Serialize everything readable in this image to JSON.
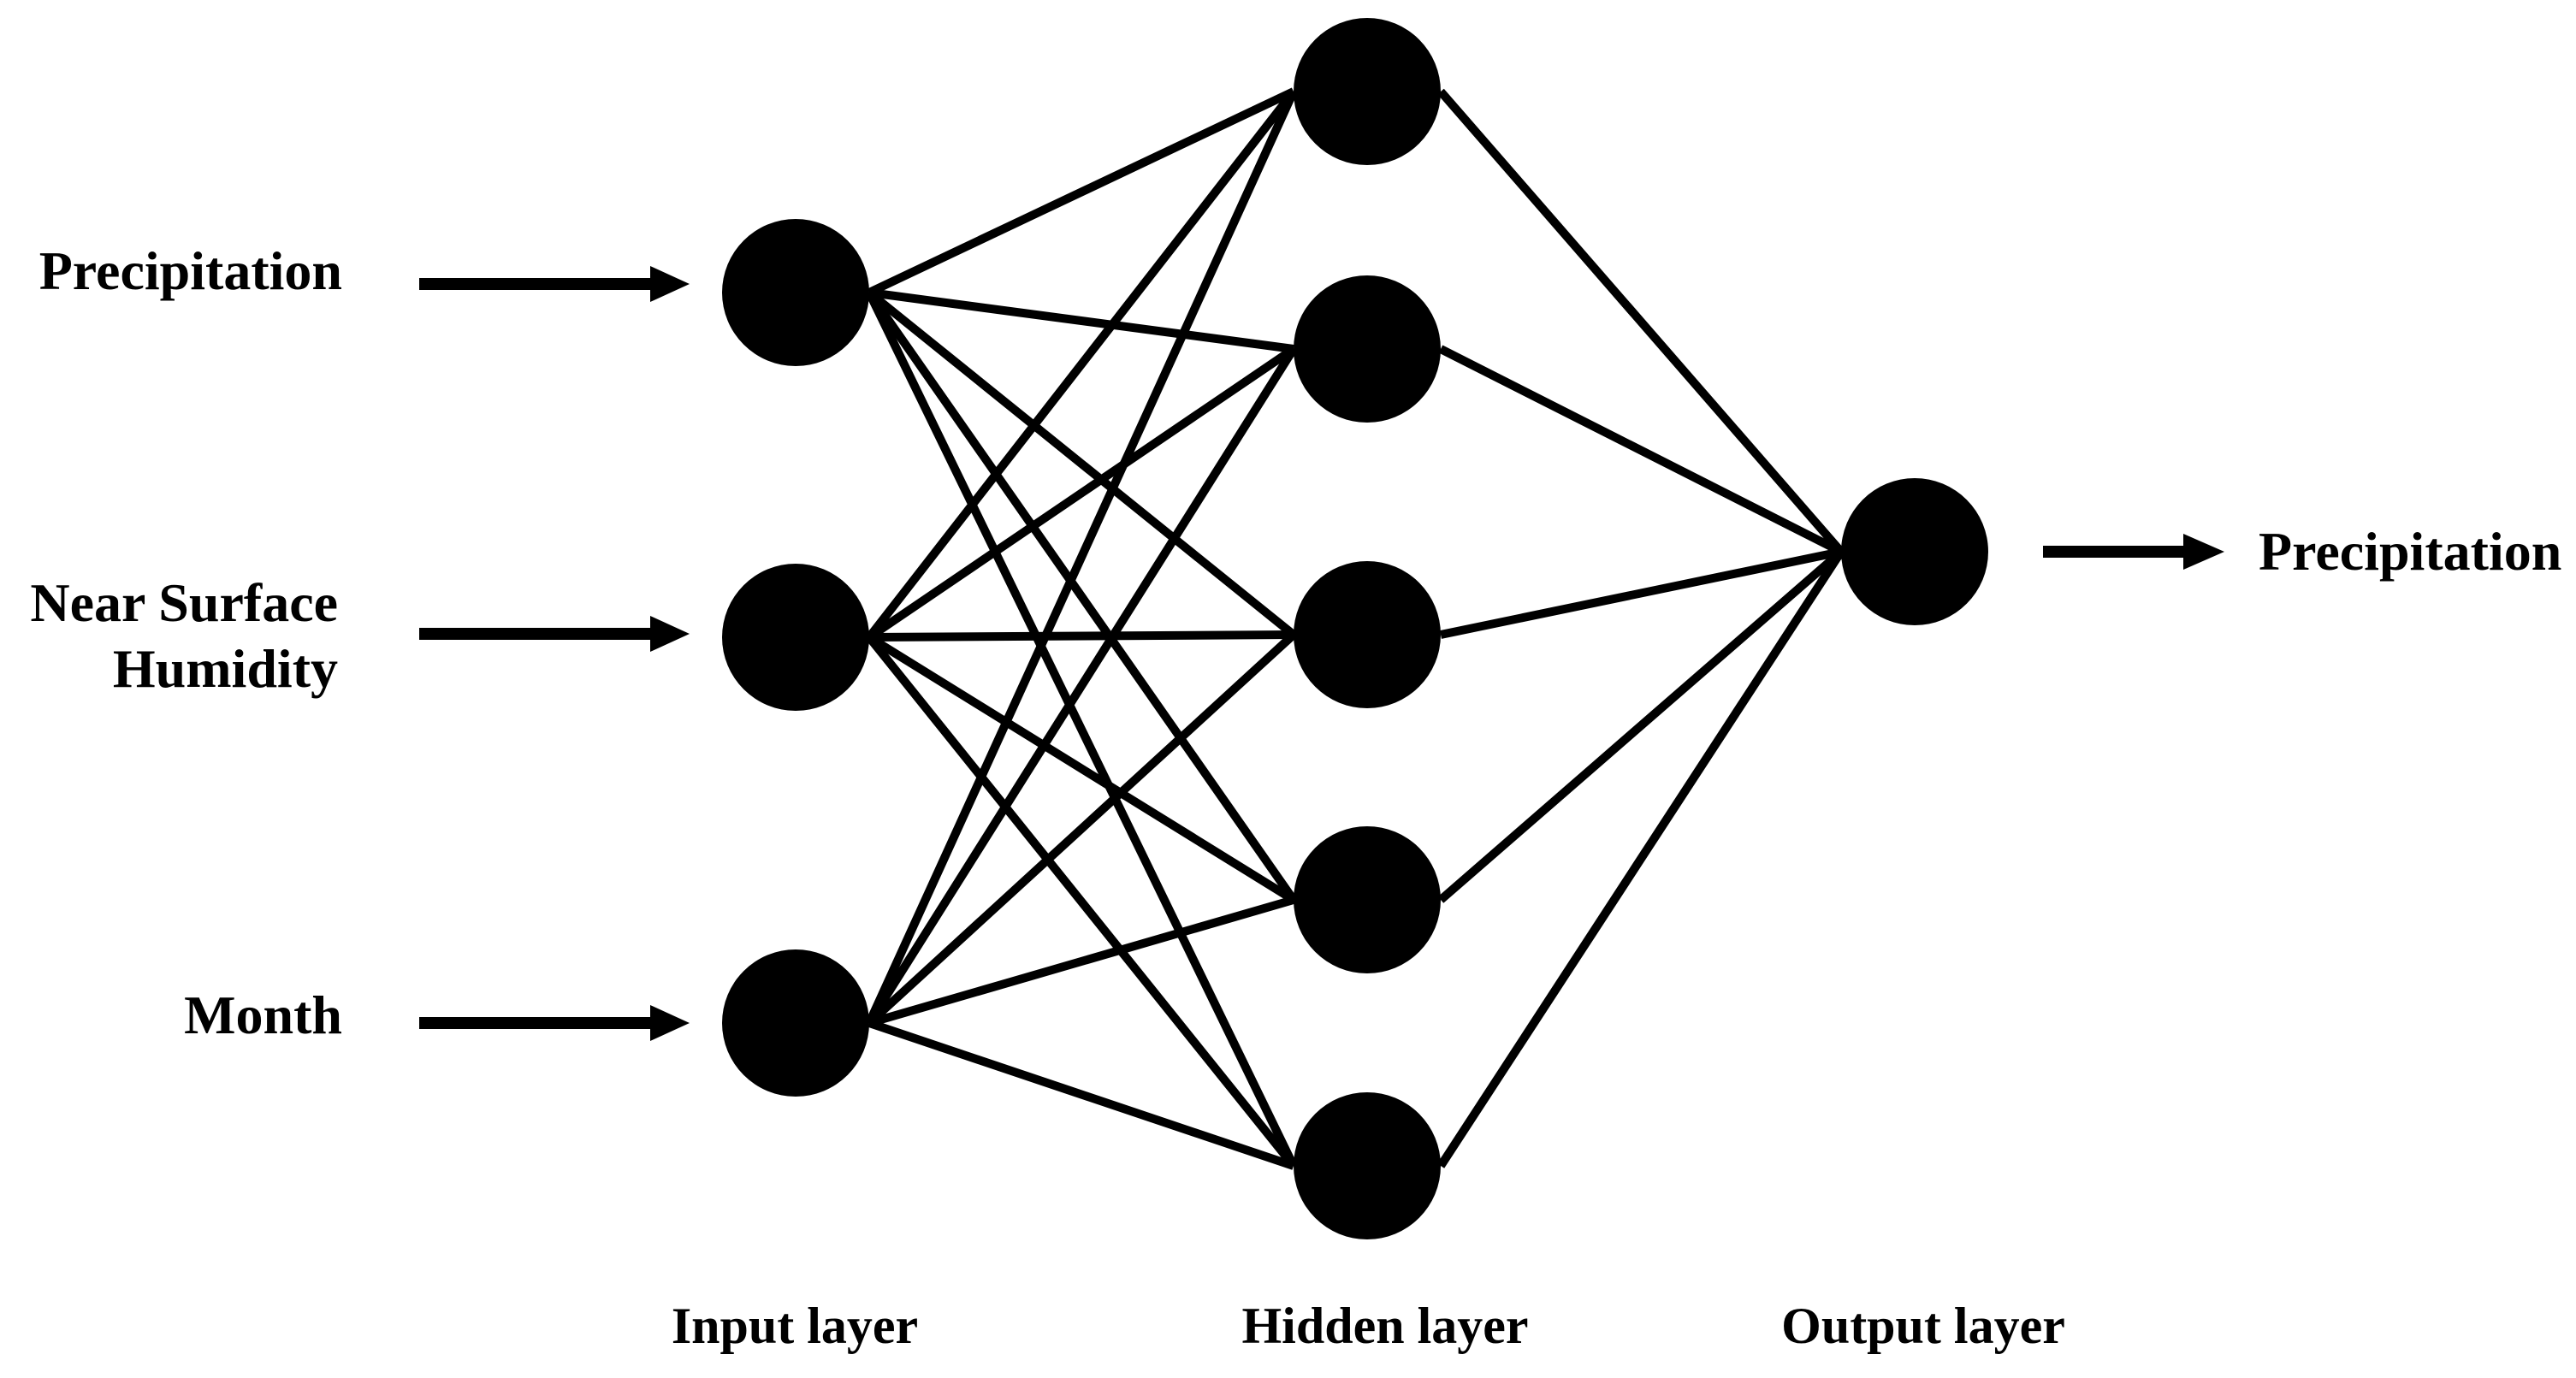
{
  "page": {
    "background_color": "#ffffff",
    "ink_color": "#000000"
  },
  "diagram": {
    "type": "feedforward-neural-network",
    "topology": "fully-connected",
    "layers": [
      {
        "name": "Input layer",
        "node_count": 3
      },
      {
        "name": "Hidden layer",
        "node_count": 5
      },
      {
        "name": "Output layer",
        "node_count": 1
      }
    ],
    "inputs": [
      {
        "label": "Precipitation"
      },
      {
        "label": "Near Surface\nHumidity"
      },
      {
        "label": "Month"
      }
    ],
    "output": {
      "label": "Precipitation"
    }
  }
}
